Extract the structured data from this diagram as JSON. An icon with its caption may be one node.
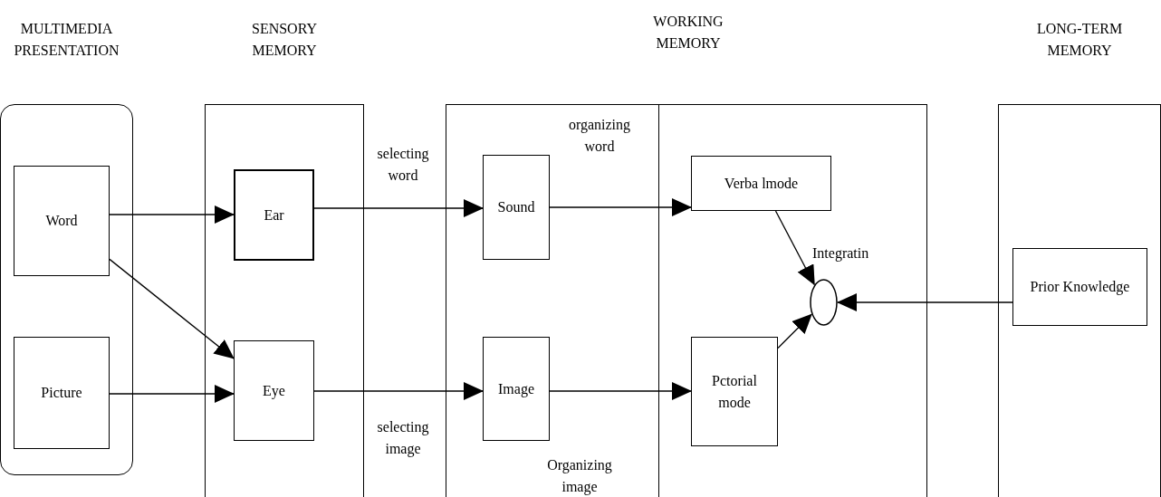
{
  "diagram": {
    "nodes": [
      {
        "text": [
          "MULTIMEDIA PRESENTATION"
        ]
      },
      {
        "text": [
          "Word"
        ],
        "in": 0
      },
      {
        "text": [
          "Picture"
        ],
        "in": 0
      },
      {
        "text": [
          "SENSORY MEMORY"
        ]
      },
      {
        "text": [
          "Ear"
        ],
        "in": 3
      },
      {
        "text": [
          "Eye"
        ],
        "in": 3
      },
      {
        "text": [],
        "shape": "box"
      },
      {
        "text": [
          "Sound"
        ],
        "in": 6
      },
      {
        "text": [
          "Image"
        ],
        "in": 6
      },
      {
        "text": [],
        "shape": "box"
      },
      {
        "text": [
          "Verba lmode"
        ],
        "in": 9
      },
      {
        "text": [
          "Pctorial mode"
        ],
        "in": 9
      },
      {
        "text": [],
        "shape": "circle",
        "in": 9,
        "beside": [
          "Integratin"
        ]
      },
      {
        "text": [
          "LONG-TERM MEMORY"
        ]
      },
      {
        "text": [
          "Prior Knowledge"
        ],
        "in": 13
      }
    ],
    "edges": [
      {
        "from": 1,
        "to": 4,
        "arrow": "to"
      },
      {
        "from": 1,
        "to": 5,
        "arrow": "to"
      },
      {
        "from": 2,
        "to": 5,
        "arrow": "to"
      },
      {
        "from": 4,
        "to": 7,
        "arrow": "to",
        "label": "selecting word"
      },
      {
        "from": 5,
        "to": 8,
        "arrow": "to",
        "label": "selecting image"
      },
      {
        "from": 7,
        "to": 10,
        "arrow": "to",
        "label": "organizing word"
      },
      {
        "from": 8,
        "to": 11,
        "arrow": "to",
        "label": "Organizing image"
      },
      {
        "from": 10,
        "to": 12,
        "arrow": "to"
      },
      {
        "from": 11,
        "to": 12,
        "arrow": "to"
      },
      {
        "from": 14,
        "to": 12,
        "arrow": "to"
      }
    ],
    "labels": [
      "WORKING MEMORY"
    ]
  }
}
